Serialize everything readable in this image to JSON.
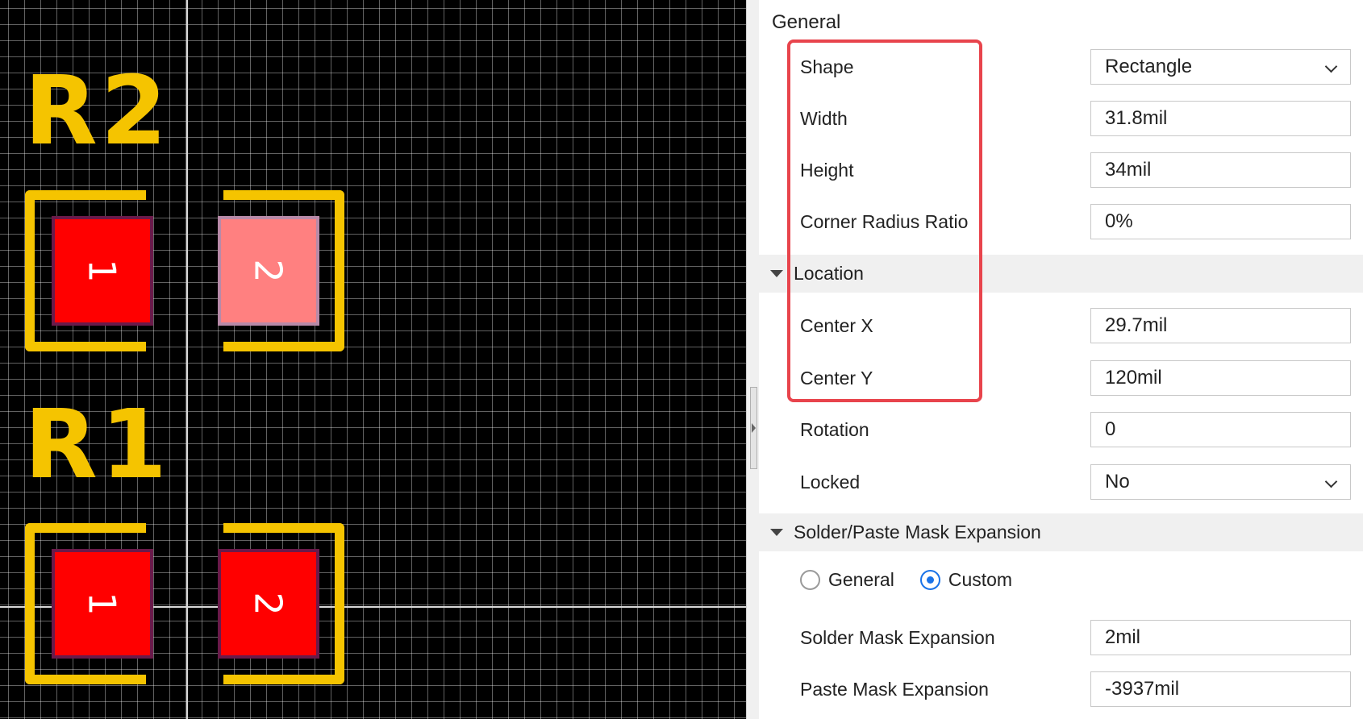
{
  "canvas": {
    "components": [
      {
        "designator": "R2",
        "pads": [
          {
            "number": "1",
            "selected": false
          },
          {
            "number": "2",
            "selected": true
          }
        ]
      },
      {
        "designator": "R1",
        "pads": [
          {
            "number": "1",
            "selected": false
          },
          {
            "number": "2",
            "selected": false
          }
        ]
      }
    ],
    "colors": {
      "background": "#000000",
      "silkscreen": "#f5c400",
      "pad": "#ff0000",
      "pad_selected": "#ff8080",
      "highlight": "#e8444c",
      "accent": "#1a73e8"
    }
  },
  "panel": {
    "general": {
      "title": "General",
      "shape": {
        "label": "Shape",
        "value": "Rectangle"
      },
      "width": {
        "label": "Width",
        "value": "31.8mil"
      },
      "height": {
        "label": "Height",
        "value": "34mil"
      },
      "corner_radius_ratio": {
        "label": "Corner Radius Ratio",
        "value": "0%"
      }
    },
    "location": {
      "title": "Location",
      "center_x": {
        "label": "Center X",
        "value": "29.7mil"
      },
      "center_y": {
        "label": "Center Y",
        "value": "120mil"
      },
      "rotation": {
        "label": "Rotation",
        "value": "0"
      },
      "locked": {
        "label": "Locked",
        "value": "No"
      }
    },
    "mask": {
      "title": "Solder/Paste Mask Expansion",
      "options": [
        {
          "label": "General",
          "checked": false
        },
        {
          "label": "Custom",
          "checked": true
        }
      ],
      "solder_mask": {
        "label": "Solder Mask Expansion",
        "value": "2mil"
      },
      "paste_mask": {
        "label": "Paste Mask Expansion",
        "value": "-3937mil"
      }
    }
  }
}
